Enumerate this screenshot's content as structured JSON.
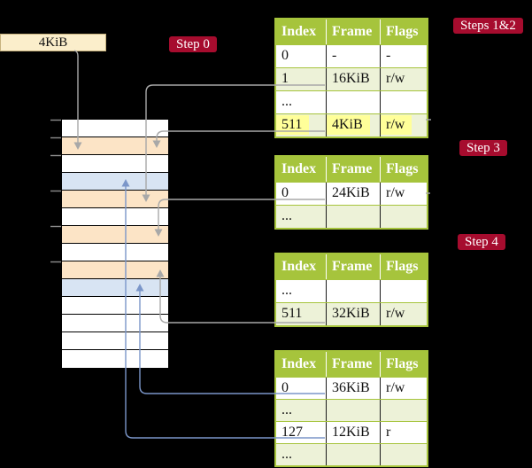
{
  "frame_box": {
    "label": "4KiB"
  },
  "steps": {
    "step0": "Step 0",
    "steps_1_2": "Steps 1&2",
    "step3": "Step 3",
    "step4": "Step 4"
  },
  "colors": {
    "background": "#000000",
    "table_header_bg": "#a6c43c",
    "table_row_bg": "#ffffff",
    "table_row_alt_bg": "#edf2d8",
    "highlight_bg": "#ffff99",
    "step_label_bg": "#a60c2e",
    "step_label_text": "#ffffff",
    "frame_box_bg": "#fbeecb",
    "memory_pagetable_row": "#fce4c6",
    "memory_data_row": "#d8e4f3",
    "gray_arrow": "#a8a8a8",
    "blue_arrow": "#7b96c9"
  },
  "memory_stack": {
    "rows": [
      {
        "type": "plain"
      },
      {
        "type": "pagetable"
      },
      {
        "type": "plain"
      },
      {
        "type": "data"
      },
      {
        "type": "pagetable"
      },
      {
        "type": "plain"
      },
      {
        "type": "pagetable"
      },
      {
        "type": "plain"
      },
      {
        "type": "pagetable"
      },
      {
        "type": "data"
      },
      {
        "type": "plain"
      },
      {
        "type": "plain"
      },
      {
        "type": "plain"
      },
      {
        "type": "plain"
      }
    ]
  },
  "tables": [
    {
      "id": "steps12",
      "headers": [
        "Index",
        "Frame",
        "Flags"
      ],
      "rows": [
        {
          "cells": [
            "0",
            "-",
            "-"
          ],
          "shaded": false,
          "highlighted": false
        },
        {
          "cells": [
            "1",
            "16KiB",
            "r/w"
          ],
          "shaded": true,
          "highlighted": false
        },
        {
          "cells": [
            "...",
            "",
            ""
          ],
          "shaded": false,
          "highlighted": false
        },
        {
          "cells": [
            "511",
            "4KiB",
            "r/w"
          ],
          "shaded": true,
          "highlighted": true
        }
      ]
    },
    {
      "id": "step3",
      "headers": [
        "Index",
        "Frame",
        "Flags"
      ],
      "rows": [
        {
          "cells": [
            "0",
            "24KiB",
            "r/w"
          ],
          "shaded": false,
          "highlighted": false
        },
        {
          "cells": [
            "...",
            "",
            ""
          ],
          "shaded": true,
          "highlighted": false
        }
      ]
    },
    {
      "id": "step4",
      "headers": [
        "Index",
        "Frame",
        "Flags"
      ],
      "rows": [
        {
          "cells": [
            "...",
            "",
            ""
          ],
          "shaded": false,
          "highlighted": false
        },
        {
          "cells": [
            "511",
            "32KiB",
            "r/w"
          ],
          "shaded": true,
          "highlighted": false
        }
      ]
    },
    {
      "id": "leaf",
      "headers": [
        "Index",
        "Frame",
        "Flags"
      ],
      "rows": [
        {
          "cells": [
            "0",
            "36KiB",
            "r/w"
          ],
          "shaded": false,
          "highlighted": false
        },
        {
          "cells": [
            "...",
            "",
            ""
          ],
          "shaded": true,
          "highlighted": false
        },
        {
          "cells": [
            "127",
            "12KiB",
            "r"
          ],
          "shaded": false,
          "highlighted": false
        },
        {
          "cells": [
            "...",
            "",
            ""
          ],
          "shaded": true,
          "highlighted": false
        }
      ]
    }
  ],
  "connections": [
    {
      "from": "frame-size-label-4KiB",
      "to_memory_row_index": 1,
      "color": "gray"
    },
    {
      "from": "table-steps12-row-511",
      "to_memory_row_index": 1,
      "color": "gray"
    },
    {
      "from": "table-steps12-row-1",
      "to_memory_row_index": 4,
      "color": "gray"
    },
    {
      "from": "table-step3-row-0",
      "to_memory_row_index": 6,
      "color": "gray"
    },
    {
      "from": "table-step4-row-511",
      "to_memory_row_index": 8,
      "color": "gray"
    },
    {
      "from": "table-leaf-row-0",
      "to_memory_row_index": 9,
      "color": "blue"
    },
    {
      "from": "table-leaf-row-127",
      "to_memory_row_index": 3,
      "color": "blue"
    }
  ]
}
